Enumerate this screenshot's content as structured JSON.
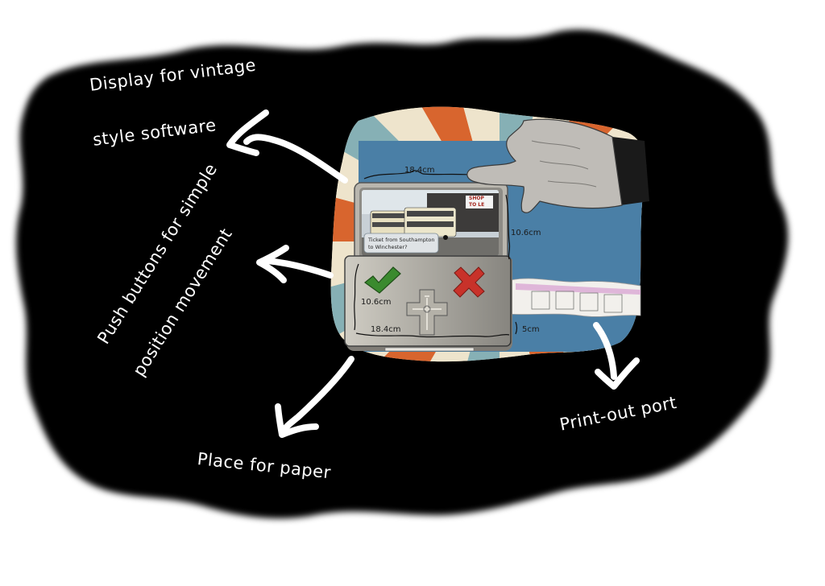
{
  "callouts": {
    "display": [
      "Display for vintage",
      "style software"
    ],
    "buttons": [
      "Push buttons for simple",
      "position movement"
    ],
    "paper": "Place for paper",
    "printout": "Print-out port"
  },
  "dimensions": {
    "top_width": "18.4cm",
    "screen_height": "10.6cm",
    "base_height": "10.6cm",
    "base_width": "18.4cm",
    "depth": "5cm"
  },
  "screen": {
    "caption": [
      "Ticket from Southampton",
      "to Winchester?"
    ],
    "shop_sign": [
      "SHOP",
      "TO LE"
    ]
  },
  "icons": {
    "confirm": "check-icon",
    "cancel": "cross-icon",
    "dpad": "dpad-icon",
    "hand": "hand-icon",
    "ticket": "ticket-strip-icon"
  },
  "colors": {
    "blob": "#000000",
    "background_blue": "#4a7fa6",
    "rays_orange": "#d8652e",
    "rays_cream": "#eee4cc",
    "rays_teal": "#86b0b5",
    "check_green": "#3a8a2e",
    "cross_red": "#c8322a",
    "device_grey": "#cfccc3"
  }
}
